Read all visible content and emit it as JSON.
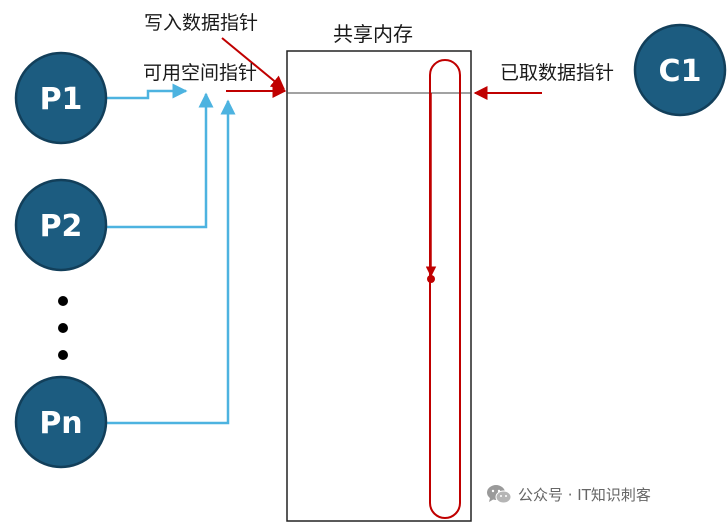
{
  "labels": {
    "write_pointer": "写入数据指针",
    "shared_memory": "共享内存",
    "available_space_pointer": "可用空间指针",
    "read_pointer": "已取数据指针"
  },
  "producers": [
    "P1",
    "P2",
    "Pn"
  ],
  "consumers": [
    "C1"
  ],
  "watermark": {
    "icon": "wechat-icon",
    "text": "公众号 · IT知识刺客"
  },
  "colors": {
    "node_fill": "#1c5c80",
    "node_stroke": "#123f5a",
    "blue_line": "#4db3e0",
    "red_line": "#c00000",
    "box_stroke": "#222222"
  }
}
